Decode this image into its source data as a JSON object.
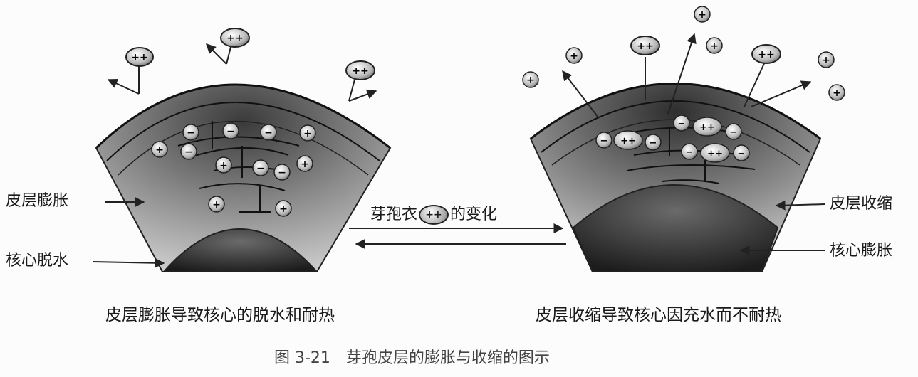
{
  "left": {
    "label_cortex": "皮层膨胀",
    "label_core": "核心脱水",
    "caption": "皮层膨胀导致核心的脱水和耐热",
    "coat_symbol": "++"
  },
  "right": {
    "label_cortex": "皮层收缩",
    "label_core": "核心膨胀",
    "caption": "皮层收缩导致核心因充水而不耐热",
    "coat_symbol": "++"
  },
  "middle": {
    "prefix": "芽孢衣",
    "pill_symbol": "++",
    "suffix": "的变化"
  },
  "ion_symbols": {
    "plus": "+",
    "minus": "−",
    "double_plus": "++"
  },
  "figure_caption": "图 3-21　芽孢皮层的膨胀与收缩的图示"
}
